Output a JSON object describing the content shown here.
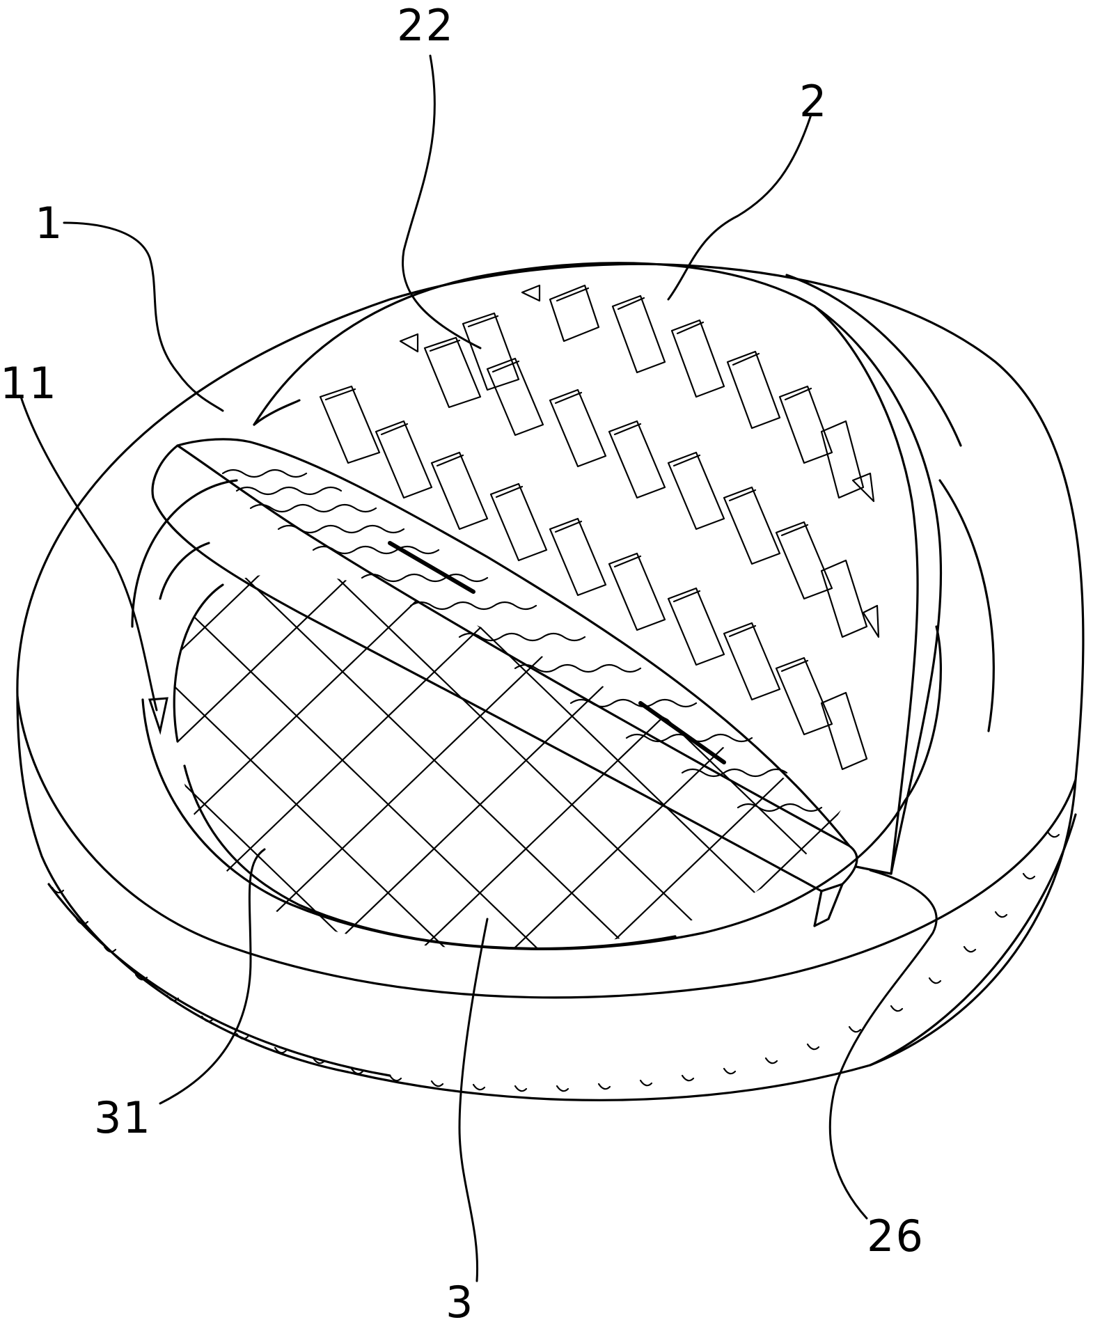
{
  "figure": {
    "reference_numerals": [
      {
        "id": "22",
        "text": "22"
      },
      {
        "id": "2",
        "text": "2"
      },
      {
        "id": "1",
        "text": "1"
      },
      {
        "id": "11",
        "text": "11"
      },
      {
        "id": "31",
        "text": "31"
      },
      {
        "id": "3",
        "text": "3"
      },
      {
        "id": "26",
        "text": "26"
      }
    ]
  }
}
